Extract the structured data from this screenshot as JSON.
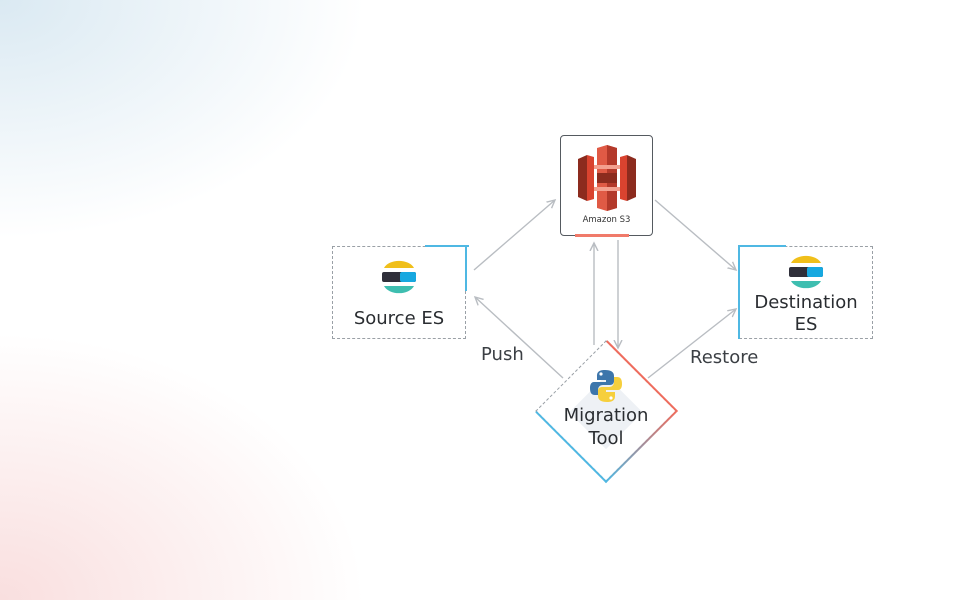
{
  "nodes": {
    "s3": {
      "label": "Amazon S3"
    },
    "source": {
      "label": "Source ES"
    },
    "destination": {
      "label_line1": "Destination",
      "label_line2": "ES"
    },
    "migration": {
      "label_line1": "Migration",
      "label_line2": "Tool"
    }
  },
  "edges": {
    "push": "Push",
    "restore": "Restore"
  },
  "colors": {
    "arrow": "#b9bdc2",
    "elastic_blue": "#4fb8e3",
    "accent_red": "#ef6c5d",
    "s3_red": "#d9432f"
  },
  "icons": {
    "s3": "amazon-s3-icon",
    "source": "elasticsearch-icon",
    "destination": "elasticsearch-icon",
    "migration": "python-icon"
  }
}
